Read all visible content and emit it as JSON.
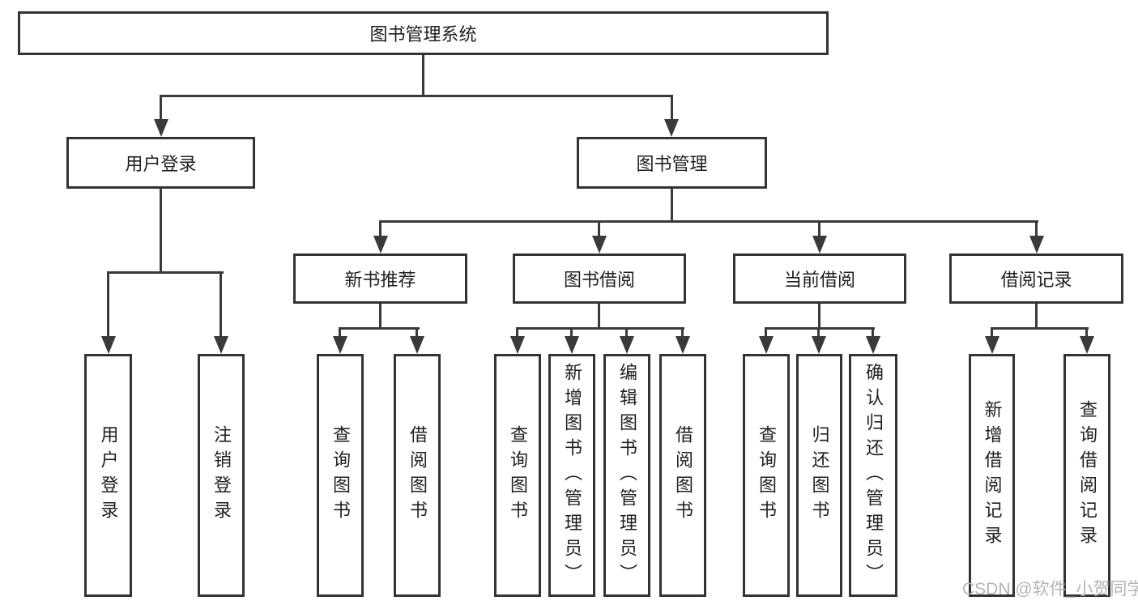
{
  "diagram": {
    "type": "hierarchy-tree",
    "title": "图书管理系统",
    "watermark": "CSDN @软件_小贺同学",
    "colors": {
      "background": "#ffffff",
      "line": "#3a3a3a",
      "border": "#333333",
      "text": "#1f1f1f",
      "watermark": "#b5b5b5"
    }
  },
  "nodes": {
    "root": {
      "label": "图书管理系统"
    },
    "level2": [
      {
        "label": "用户登录"
      },
      {
        "label": "图书管理"
      }
    ],
    "level3": [
      {
        "label": "新书推荐",
        "parent": "图书管理"
      },
      {
        "label": "图书借阅",
        "parent": "图书管理"
      },
      {
        "label": "当前借阅",
        "parent": "图书管理"
      },
      {
        "label": "借阅记录",
        "parent": "图书管理"
      }
    ],
    "leaves": [
      {
        "label": "用户登录",
        "parent": "用户登录"
      },
      {
        "label": "注销登录",
        "parent": "用户登录"
      },
      {
        "label": "查询图书",
        "parent": "新书推荐"
      },
      {
        "label": "借阅图书",
        "parent": "新书推荐"
      },
      {
        "label": "查询图书",
        "parent": "图书借阅"
      },
      {
        "label": "新增图书（管理员）",
        "parent": "图书借阅"
      },
      {
        "label": "编辑图书（管理员）",
        "parent": "图书借阅"
      },
      {
        "label": "借阅图书",
        "parent": "图书借阅"
      },
      {
        "label": "查询图书",
        "parent": "当前借阅"
      },
      {
        "label": "归还图书",
        "parent": "当前借阅"
      },
      {
        "label": "确认归还（管理员）",
        "parent": "当前借阅"
      },
      {
        "label": "新增借阅记录",
        "parent": "借阅记录"
      },
      {
        "label": "查询借阅记录",
        "parent": "借阅记录"
      }
    ]
  }
}
